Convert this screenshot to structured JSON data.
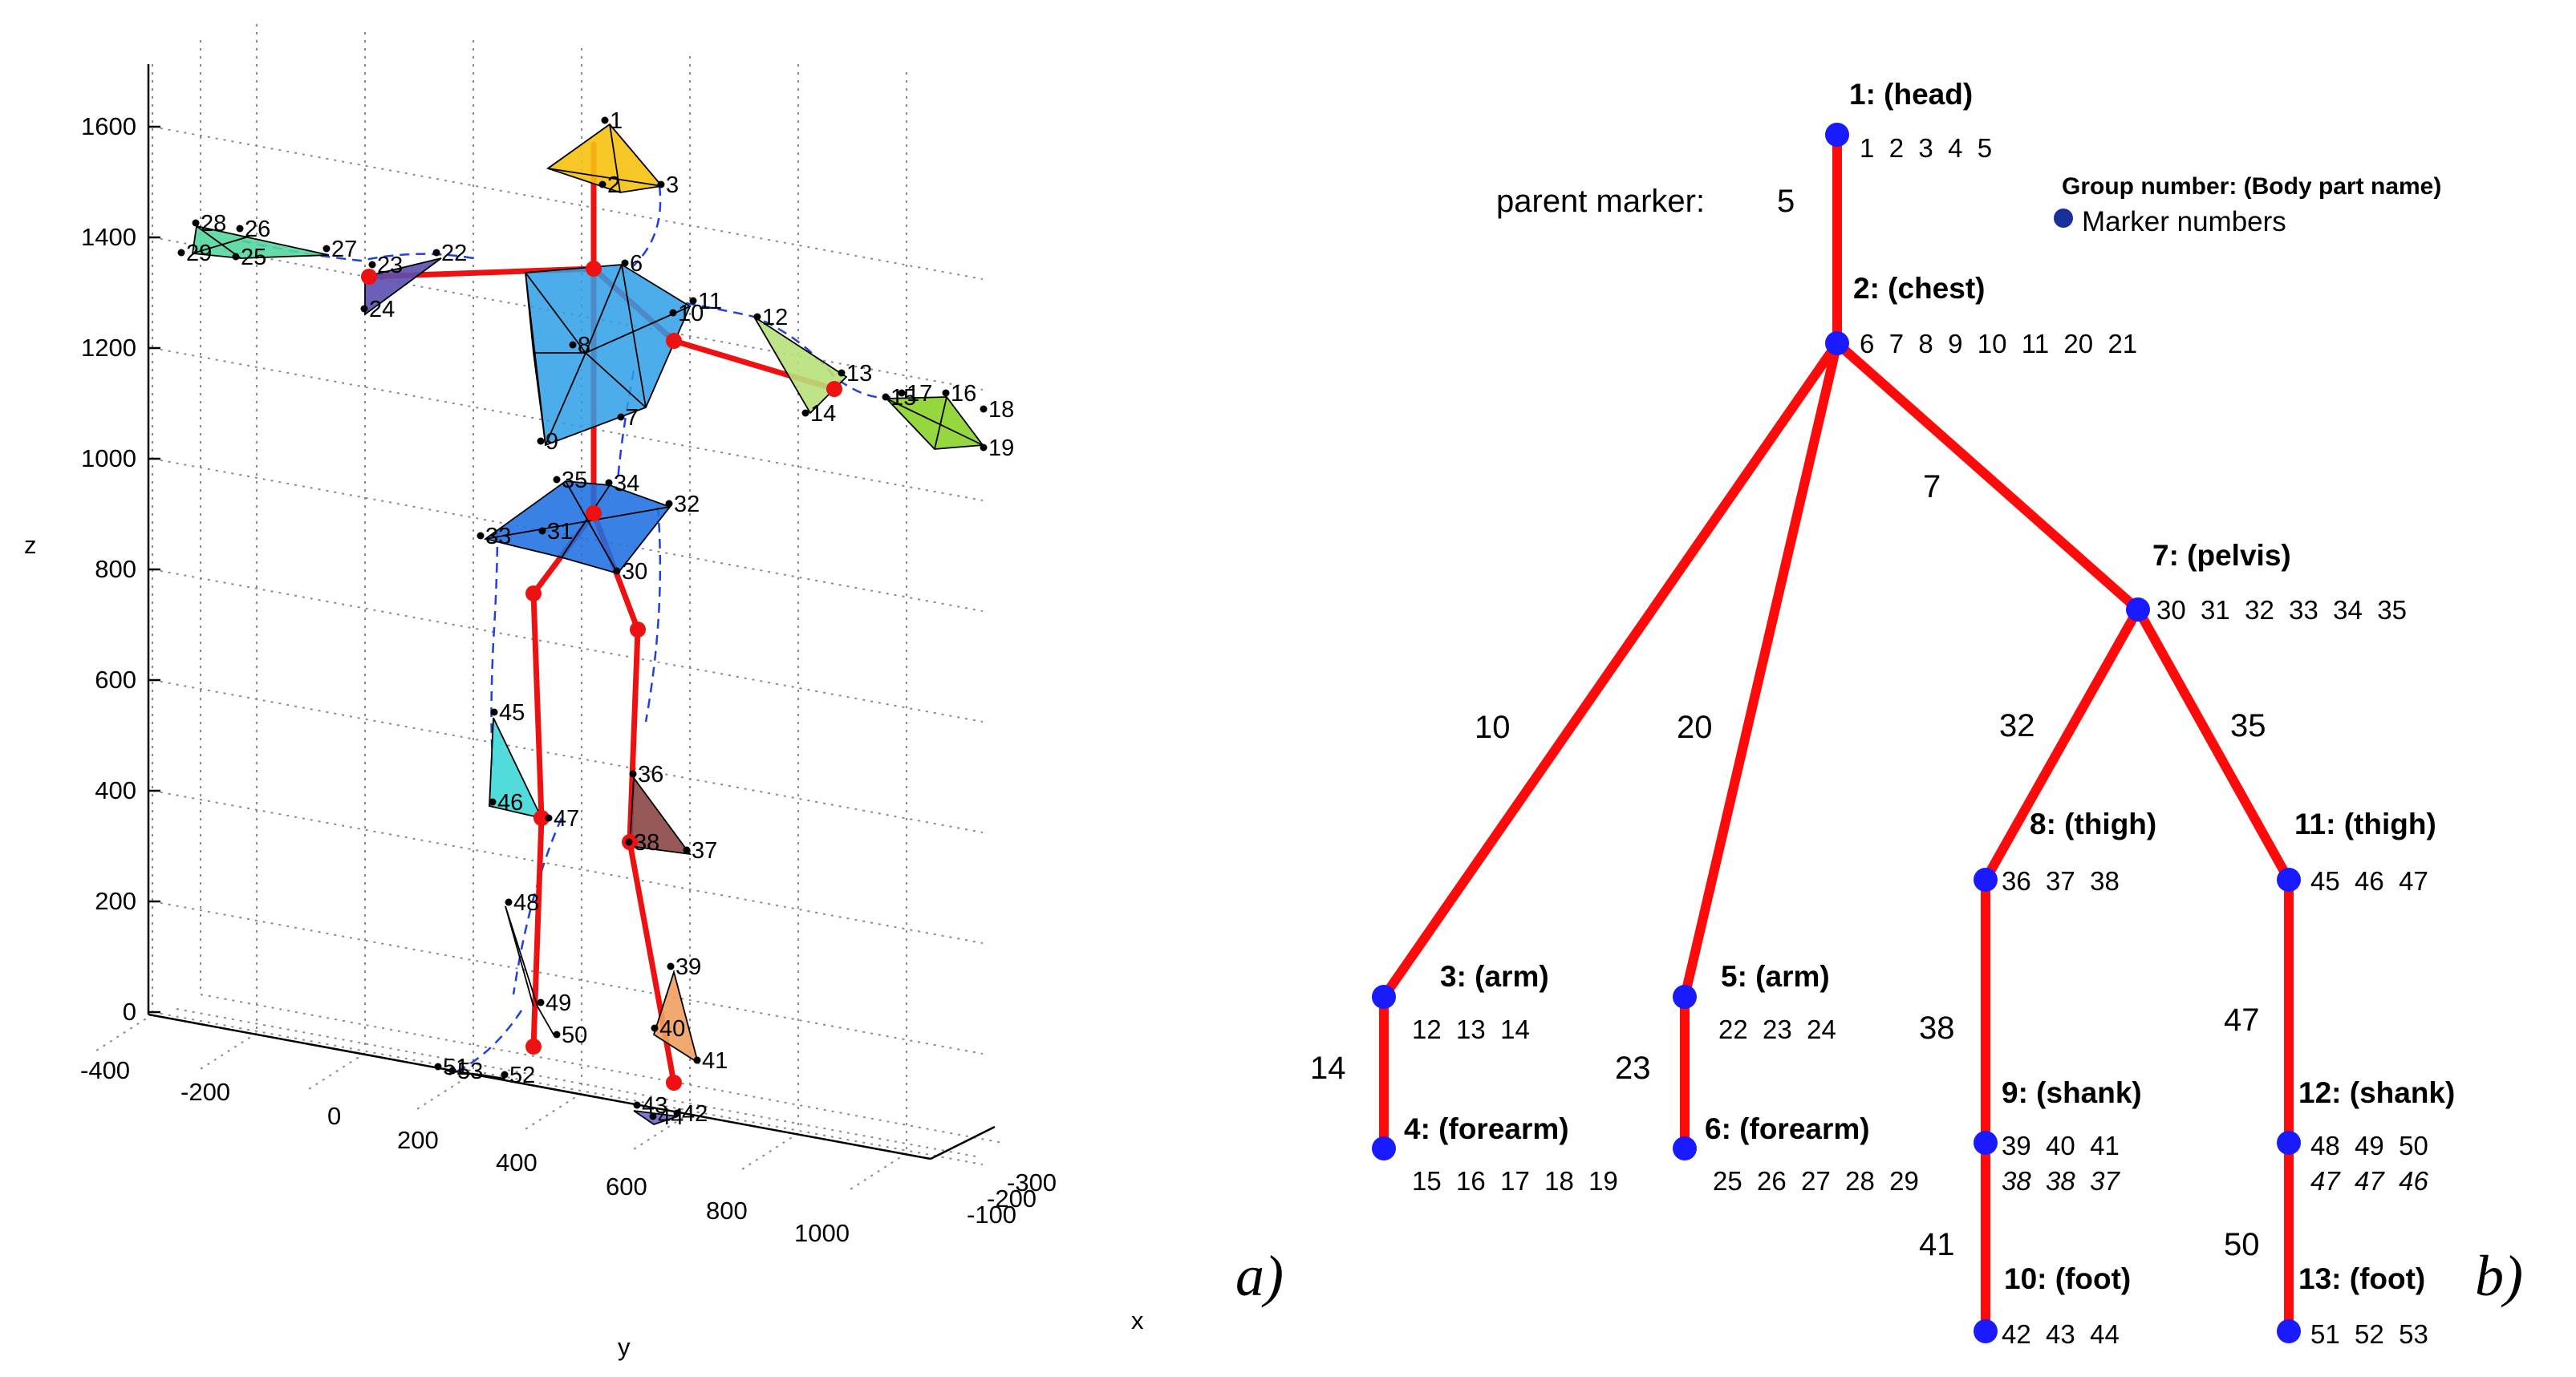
{
  "panel_a": {
    "label": "a)",
    "axes": {
      "z_label": "z",
      "y_label": "y",
      "x_label": "x",
      "z_ticks": [
        "1600",
        "1400",
        "1200",
        "1000",
        "800",
        "600",
        "400",
        "200",
        "0"
      ],
      "y_ticks": [
        "-400",
        "-200",
        "0",
        "200",
        "400",
        "600",
        "800",
        "1000"
      ],
      "x_ticks": [
        "-300",
        "-200",
        "-100"
      ]
    },
    "markers": [
      "1",
      "2",
      "3",
      "6",
      "7",
      "8",
      "9",
      "10",
      "11",
      "12",
      "13",
      "14",
      "15",
      "16",
      "17",
      "18",
      "19",
      "22",
      "23",
      "24",
      "25",
      "26",
      "27",
      "28",
      "29",
      "30",
      "31",
      "32",
      "33",
      "34",
      "35",
      "36",
      "37",
      "38",
      "39",
      "40",
      "41",
      "42",
      "43",
      "44",
      "45",
      "46",
      "47",
      "48",
      "49",
      "50",
      "51",
      "52",
      "53"
    ],
    "body_parts": [
      {
        "name": "head",
        "color": "#f5c10f"
      },
      {
        "name": "chest",
        "color": "#2e9fe8"
      },
      {
        "name": "pelvis",
        "color": "#1e6fe0"
      },
      {
        "name": "left-arm",
        "color": "#5b4fb0"
      },
      {
        "name": "left-forearm",
        "color": "#55d6a0"
      },
      {
        "name": "right-arm",
        "color": "#b8e07a"
      },
      {
        "name": "right-forearm",
        "color": "#8bd22a"
      },
      {
        "name": "thigh-1",
        "color": "#8c4646"
      },
      {
        "name": "thigh-2",
        "color": "#3fd7d7"
      },
      {
        "name": "shank",
        "color": "#f0a060"
      },
      {
        "name": "foot",
        "color": "#6a6ad0"
      }
    ]
  },
  "panel_b": {
    "label": "b)",
    "legend": {
      "title": "Group number: (Body part name)",
      "marker_text": "Marker numbers"
    },
    "parent_marker_label": "parent marker:",
    "parent_marker_value": "5",
    "nodes": [
      {
        "id": 1,
        "title": "1: (head)",
        "markers": "1  2  3  4  5"
      },
      {
        "id": 2,
        "title": "2: (chest)",
        "markers": "6  7  8  9  10  11  20  21"
      },
      {
        "id": 7,
        "title": "7: (pelvis)",
        "markers": "30  31  32  33  34  35"
      },
      {
        "id": 3,
        "title": "3: (arm)",
        "markers": "12  13  14"
      },
      {
        "id": 4,
        "title": "4: (forearm)",
        "markers": "15  16  17  18  19"
      },
      {
        "id": 5,
        "title": "5: (arm)",
        "markers": "22  23  24"
      },
      {
        "id": 6,
        "title": "6: (forearm)",
        "markers": "25  26  27  28  29"
      },
      {
        "id": 8,
        "title": "8: (thigh)",
        "markers": "36  37  38"
      },
      {
        "id": 9,
        "title": "9: (shank)",
        "markers": "39  40  41",
        "extra": "38  38  37"
      },
      {
        "id": 10,
        "title": "10: (foot)",
        "markers": "42  43  44"
      },
      {
        "id": 11,
        "title": "11: (thigh)",
        "markers": "45  46  47"
      },
      {
        "id": 12,
        "title": "12: (shank)",
        "markers": "48  49  50",
        "extra": "47  47  46"
      },
      {
        "id": 13,
        "title": "13: (foot)",
        "markers": "51  52  53"
      }
    ],
    "edge_labels": [
      "7",
      "10",
      "20",
      "32",
      "35",
      "14",
      "23",
      "38",
      "47",
      "41",
      "50"
    ]
  }
}
